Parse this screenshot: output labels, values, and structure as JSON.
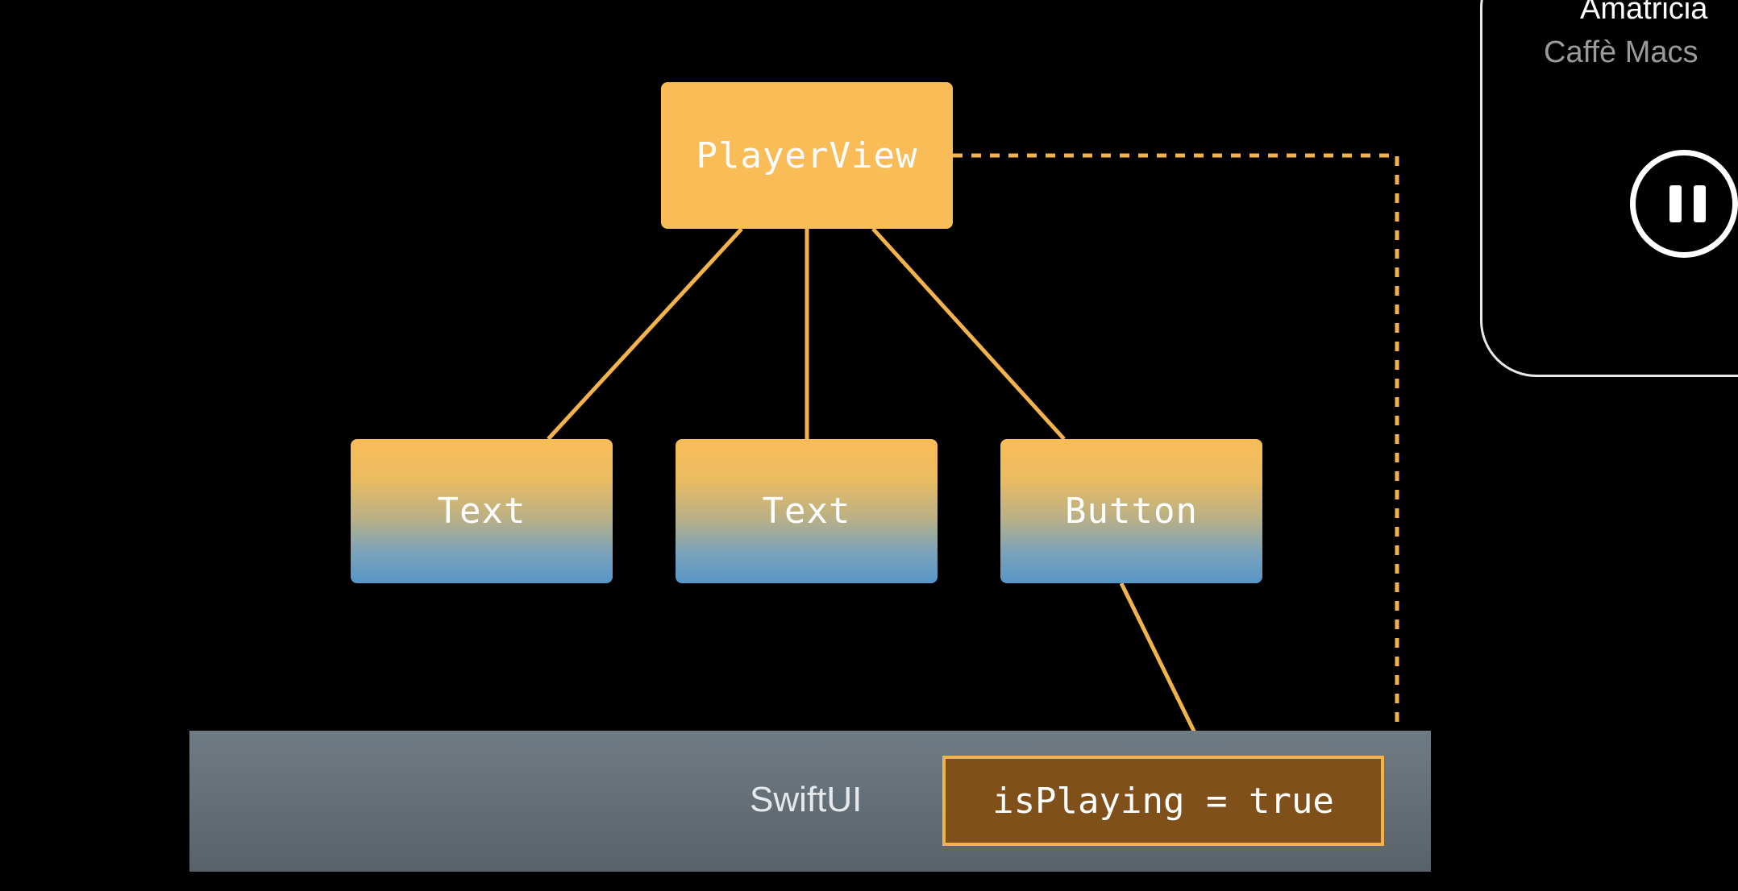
{
  "diagram": {
    "root": {
      "label": "PlayerView"
    },
    "children": [
      {
        "label": "Text"
      },
      {
        "label": "Text"
      },
      {
        "label": "Button"
      }
    ],
    "framework": {
      "label": "SwiftUI"
    },
    "state": {
      "label": "isPlaying = true"
    }
  },
  "player": {
    "title": "Amatricia",
    "artist": "Caffè Macs",
    "control_icon": "pause-icon"
  },
  "colors": {
    "node_orange": "#f9bc57",
    "node_blue": "#5796c8",
    "connector": "#f2b24c",
    "state_fill": "#7f5019",
    "framework_bar": "#6f7b84",
    "background": "#000000"
  }
}
